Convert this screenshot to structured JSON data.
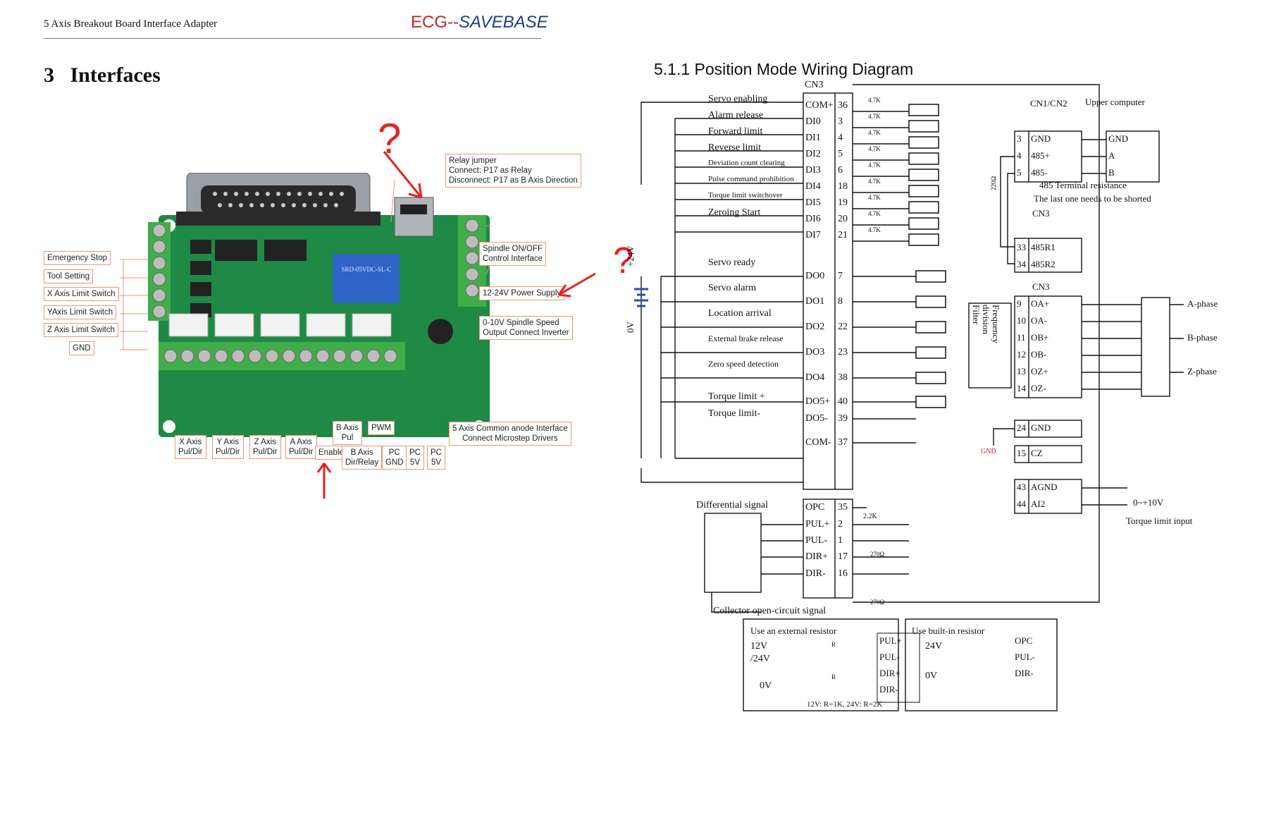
{
  "header": {
    "doc_title": "5 Axis Breakout Board Interface Adapter",
    "logo_part1": "ECG--",
    "logo_part2": "SAVEBASE"
  },
  "section": {
    "number": "3",
    "title": "Interfaces"
  },
  "annotations": {
    "question_mark": "?"
  },
  "board_labels": {
    "left": [
      "Emergency Stop",
      "Tool Setting",
      "X Axis Limit Switch",
      "YAxis Limit Switch",
      "Z Axis Limit Switch",
      "GND"
    ],
    "relay_jumper": [
      "Relay jumper",
      "Connect: P17 as Relay",
      "Disconnect: P17 as B Axis Direction"
    ],
    "spindle_onoff": [
      "Spindle ON/OFF",
      "Control Interface"
    ],
    "power_supply": "12-24V Power Supply",
    "spindle_speed": [
      "0-10V Spindle Speed",
      "Output Connect Inverter"
    ],
    "common_anode": [
      "5 Axis Common anode Interface",
      "Connect Microstep Drivers"
    ],
    "bottom": [
      [
        "X Axis",
        "Pul/Dir"
      ],
      [
        "Y Axis",
        "Pul/Dir"
      ],
      [
        "Z Axis",
        "Pul/Dir"
      ],
      [
        "A Axis",
        "Pul/Dir"
      ],
      [
        "Enable"
      ],
      [
        "B Axis",
        "Pul"
      ],
      [
        "PWM"
      ],
      [
        "B Axis",
        "Dir/Relay"
      ],
      [
        "PC",
        "GND"
      ],
      [
        "PC",
        "5V"
      ],
      [
        "PC",
        "5V"
      ]
    ]
  },
  "diagram": {
    "title": "5.1.1 Position Mode Wiring Diagram",
    "cn3": "CN3",
    "inputs": [
      {
        "label": "Servo enabling",
        "sig": "COM+",
        "pin": "36"
      },
      {
        "label": "Alarm release",
        "sig": "DI0",
        "pin": "3"
      },
      {
        "label": "Forward limit",
        "sig": "DI1",
        "pin": "4"
      },
      {
        "label": "Reverse limit",
        "sig": "DI2",
        "pin": "5"
      },
      {
        "label": "Deviation count clearing",
        "sig": "DI3",
        "pin": "6"
      },
      {
        "label": "Pulse command prohibition",
        "sig": "DI4",
        "pin": "18"
      },
      {
        "label": "Torque limit switchover",
        "sig": "DI5",
        "pin": "19"
      },
      {
        "label": "Zeroing Start",
        "sig": "DI6",
        "pin": "20"
      },
      {
        "label": "",
        "sig": "DI7",
        "pin": "21"
      }
    ],
    "res_47k": "4.7K",
    "outputs": [
      {
        "label": "Servo ready",
        "sig": "DO0",
        "pin": "7"
      },
      {
        "label": "Servo alarm",
        "sig": "DO1",
        "pin": "8"
      },
      {
        "label": "Location arrival",
        "sig": "DO2",
        "pin": "22"
      },
      {
        "label": "External brake release",
        "sig": "DO3",
        "pin": "23"
      },
      {
        "label": "Zero speed detection",
        "sig": "DO4",
        "pin": "38"
      },
      {
        "label": "Torque limit +",
        "sig": "DO5+",
        "pin": "40"
      },
      {
        "label": "Torque limit-",
        "sig": "DO5-",
        "pin": "39"
      },
      {
        "label": "",
        "sig": "COM-",
        "pin": "37"
      }
    ],
    "supply_24v": "+24V",
    "supply_0v": "0V",
    "pulse": [
      {
        "sig": "OPC",
        "pin": "35"
      },
      {
        "sig": "PUL+",
        "pin": "2"
      },
      {
        "sig": "PUL-",
        "pin": "1"
      },
      {
        "sig": "DIR+",
        "pin": "17"
      },
      {
        "sig": "DIR-",
        "pin": "16"
      }
    ],
    "res_22k": "2.2K",
    "res_270": "270Ω",
    "differential_signal": "Differential signal",
    "collector_signal": "Collector open-circuit signal",
    "ext_resistor": {
      "title": "Use an external resistor",
      "v1": "12V",
      "v2": "/24V",
      "v0": "0V",
      "r": "R",
      "pins": [
        "PUL+",
        "PUL-",
        "DIR+",
        "DIR-"
      ],
      "note": "12V: R=1K, 24V: R=2K"
    },
    "int_resistor": {
      "title": "Use built-in resistor",
      "v1": "24V",
      "v0": "0V",
      "pins": [
        "OPC",
        "PUL-",
        "DIR-"
      ]
    },
    "cn12": "CN1/CN2",
    "upper_computer": "Upper computer",
    "rs485": [
      {
        "pin": "3",
        "sig": "GND",
        "host": "GND"
      },
      {
        "pin": "4",
        "sig": "485+",
        "host": "A"
      },
      {
        "pin": "5",
        "sig": "485-",
        "host": "B"
      }
    ],
    "res_220": "220Ω",
    "terminal_note1": "485 Terminal resistance",
    "terminal_note2": "The last one needs to be shorted",
    "cn3_b": "CN3",
    "term_pins": [
      {
        "pin": "33",
        "sig": "485R1"
      },
      {
        "pin": "34",
        "sig": "485R2"
      }
    ],
    "cn3_c": "CN3",
    "encoder": [
      {
        "pin": "9",
        "sig": "OA+"
      },
      {
        "pin": "10",
        "sig": "OA-"
      },
      {
        "pin": "11",
        "sig": "OB+"
      },
      {
        "pin": "12",
        "sig": "OB-"
      },
      {
        "pin": "13",
        "sig": "OZ+"
      },
      {
        "pin": "14",
        "sig": "OZ-"
      }
    ],
    "phases": [
      "A-phase",
      "B-phase",
      "Z-phase"
    ],
    "filter_lines": [
      "Frequency",
      "division",
      "Filter"
    ],
    "gnd_pin": {
      "pin": "24",
      "sig": "GND"
    },
    "gnd_label": "GND",
    "cz_pin": {
      "pin": "15",
      "sig": "CZ"
    },
    "analog": [
      {
        "pin": "43",
        "sig": "AGND"
      },
      {
        "pin": "44",
        "sig": "AI2"
      }
    ],
    "analog_range": "0~+10V",
    "torque_input": "Torque limit input"
  },
  "colors": {
    "pcb": "#1e8a45",
    "terminal": "#3fae49",
    "label_border": "#e39a7a",
    "red_mark": "#e52222",
    "logo_red": "#c0272d",
    "logo_blue": "#1f3f7a"
  }
}
